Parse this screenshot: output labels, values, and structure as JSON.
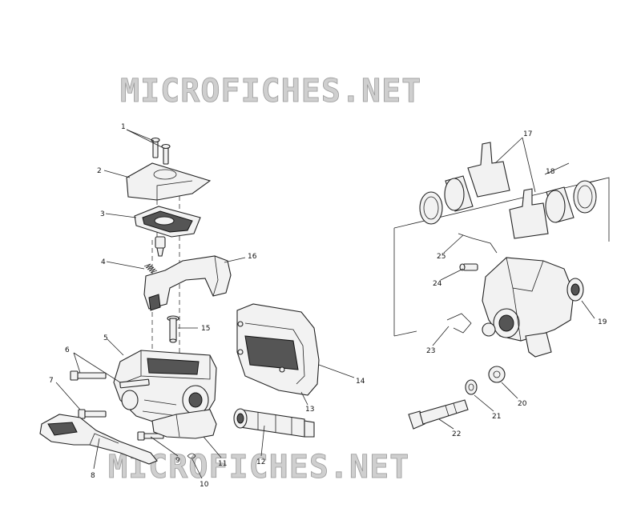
{
  "watermarks": [
    "MICROFICHES.NET",
    "MICROFICHES.NET"
  ],
  "callouts": [
    "1",
    "2",
    "3",
    "4",
    "5",
    "6",
    "7",
    "8",
    "9",
    "10",
    "11",
    "12",
    "13",
    "14",
    "15",
    "16",
    "17",
    "18",
    "19",
    "20",
    "21",
    "22",
    "23",
    "24",
    "25"
  ]
}
